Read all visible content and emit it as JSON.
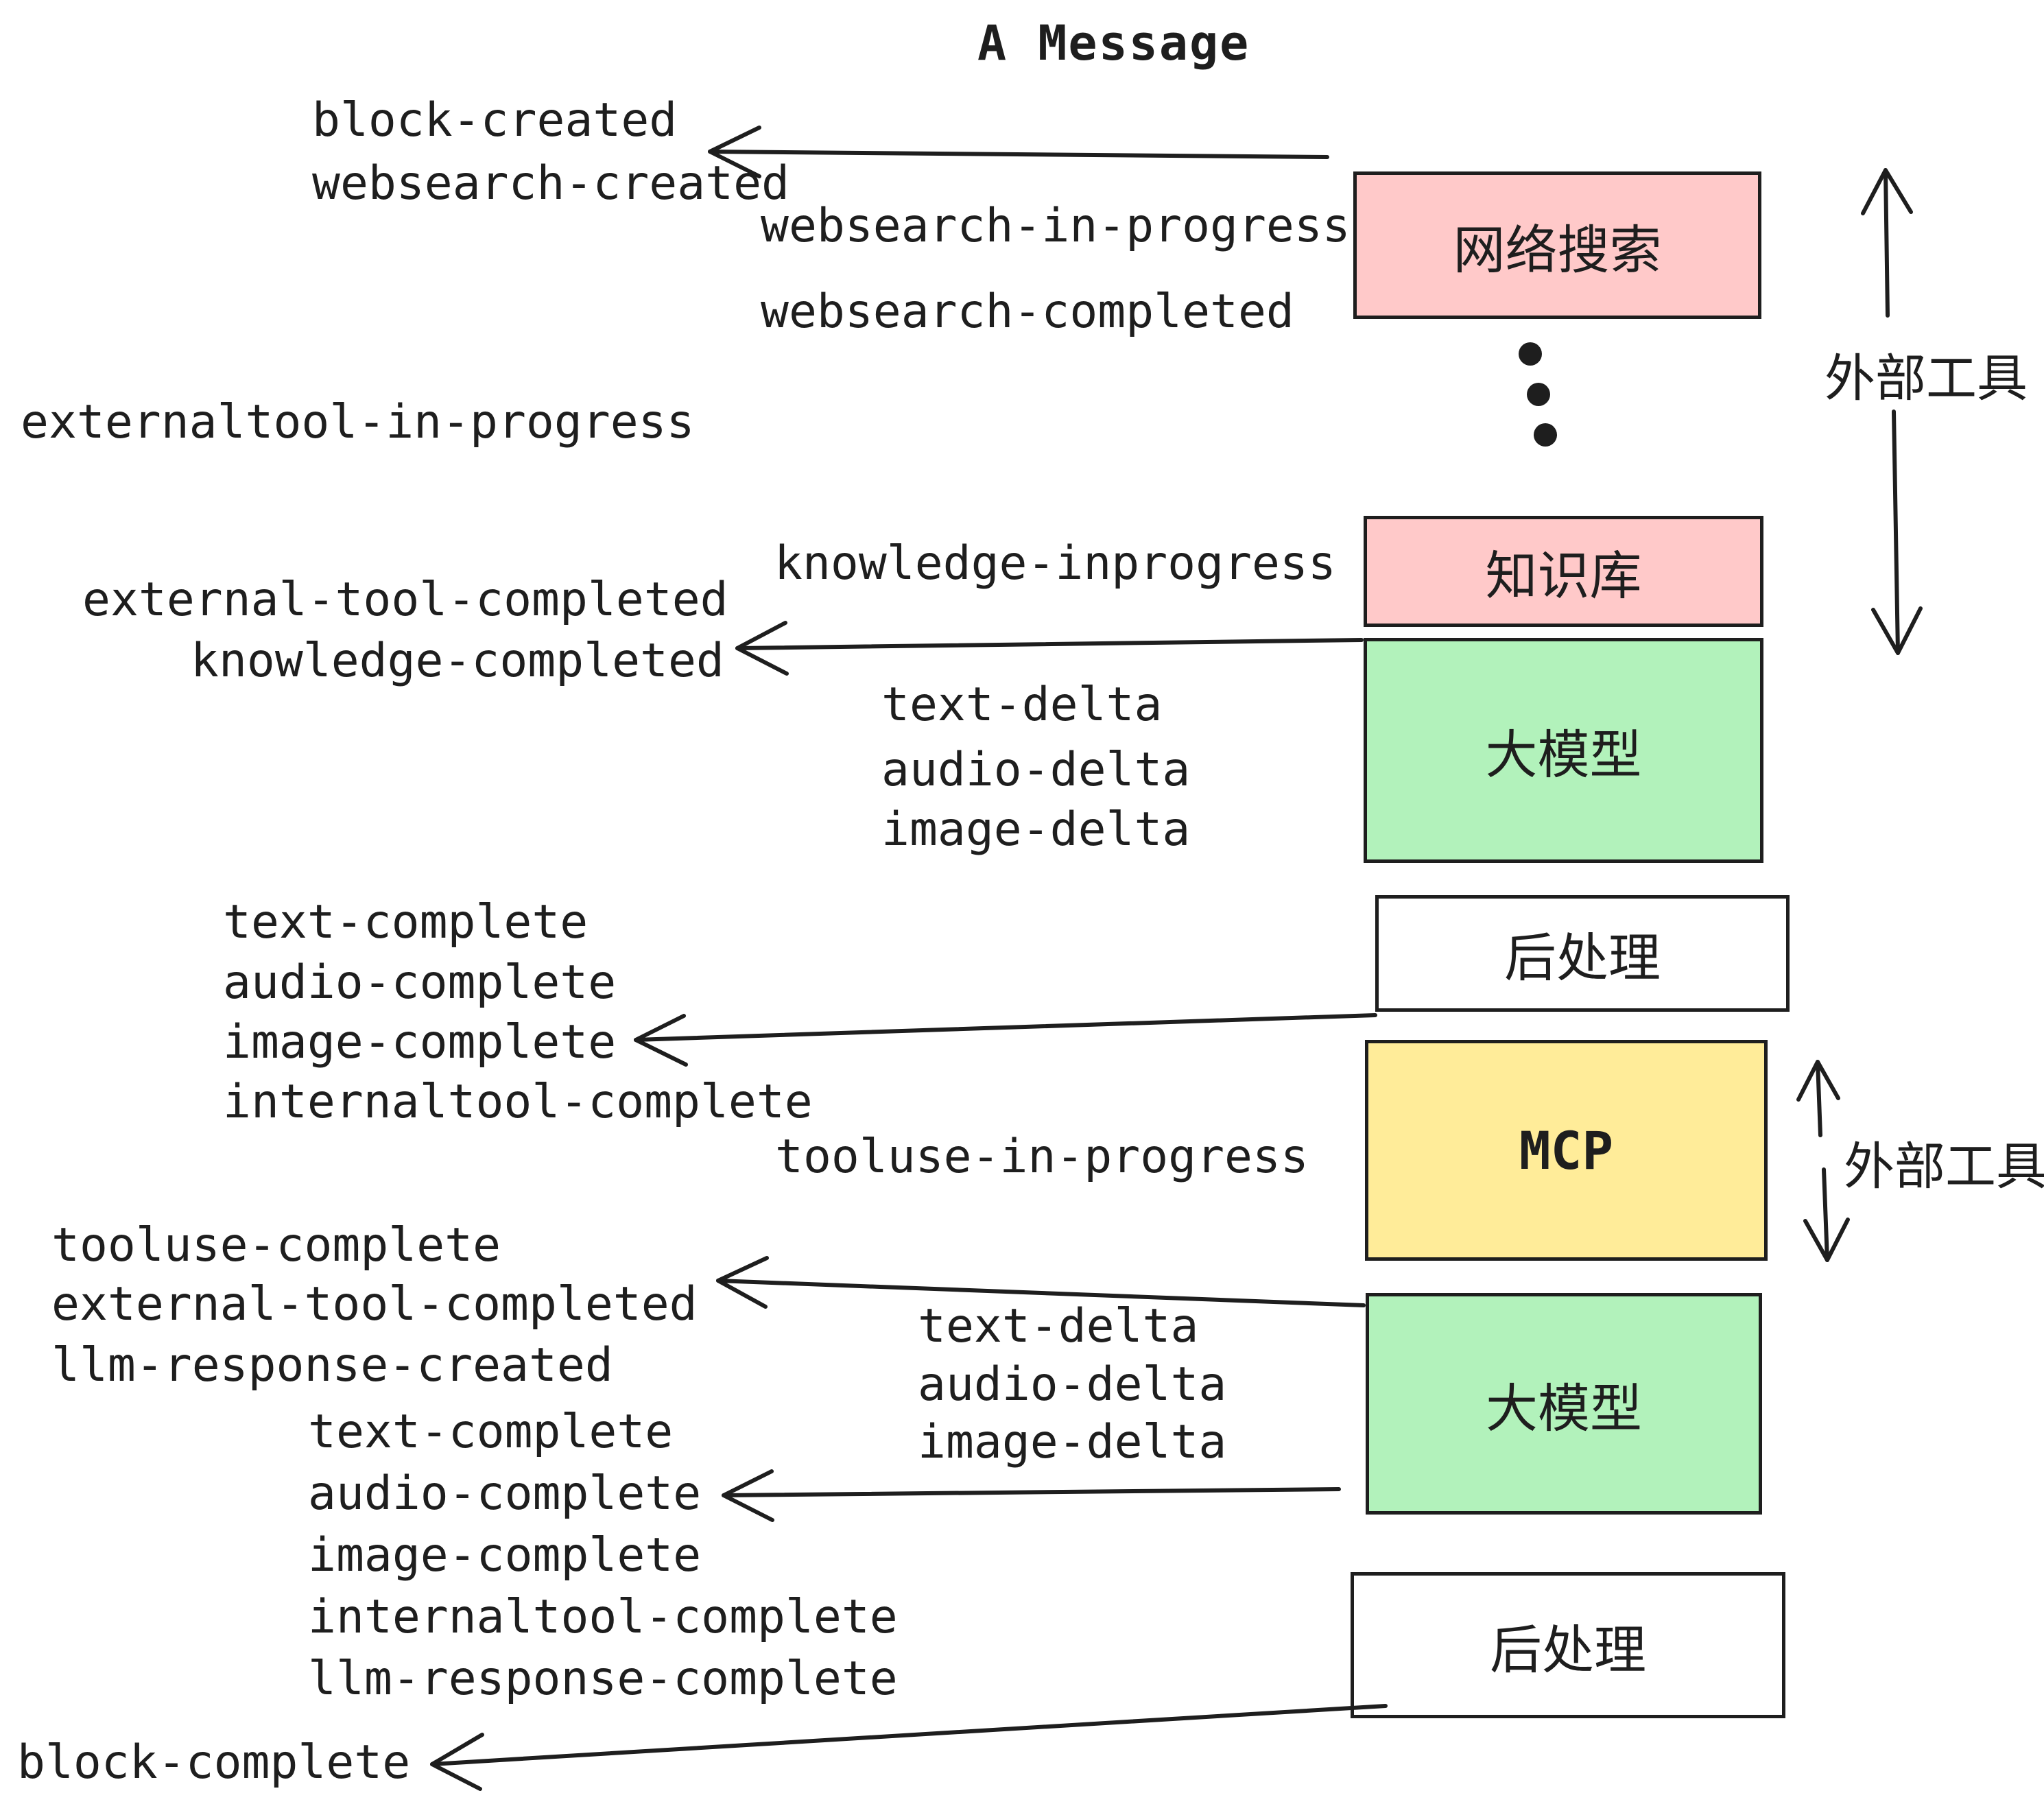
{
  "title": "A Message",
  "colors": {
    "background": "#FFFFFF",
    "stroke": "#1E1E1E",
    "external_tool_box": "#FFC9C9",
    "llm_box": "#B2F2BB",
    "mcp_box": "#FFEC99",
    "post_process_box": "#FFFFFF"
  },
  "boxes": {
    "websearch": {
      "label": "网络搜索"
    },
    "knowledge": {
      "label": "知识库"
    },
    "llm1": {
      "label": "大模型"
    },
    "post1": {
      "label": "后处理"
    },
    "mcp": {
      "label": "MCP"
    },
    "llm2": {
      "label": "大模型"
    },
    "post2": {
      "label": "后处理"
    }
  },
  "side_annotations": {
    "external_tools_top": "外部工具",
    "external_tools_mid": "外部工具"
  },
  "events": {
    "block_created": "block-created",
    "websearch_created": "websearch-created",
    "websearch_in_progress": "websearch-in-progress",
    "websearch_completed": "websearch-completed",
    "externaltool_in_progress": "externaltool-in-progress",
    "knowledge_inprogress": "knowledge-inprogress",
    "external_tool_completed": "external-tool-completed",
    "knowledge_completed": "knowledge-completed",
    "round1": {
      "text_delta": "text-delta",
      "audio_delta": "audio-delta",
      "image_delta": "image-delta",
      "text_complete": "text-complete",
      "audio_complete": "audio-complete",
      "image_complete": "image-complete",
      "internaltool_complete": "internaltool-complete"
    },
    "tooluse_in_progress": "tooluse-in-progress",
    "tooluse_complete": "tooluse-complete",
    "external_tool_completed_2": "external-tool-completed",
    "llm_response_created": "llm-response-created",
    "round2": {
      "text_delta": "text-delta",
      "audio_delta": "audio-delta",
      "image_delta": "image-delta",
      "text_complete": "text-complete",
      "audio_complete": "audio-complete",
      "image_complete": "image-complete",
      "internaltool_complete": "internaltool-complete",
      "llm_response_complete": "llm-response-complete"
    },
    "block_complete": "block-complete"
  }
}
